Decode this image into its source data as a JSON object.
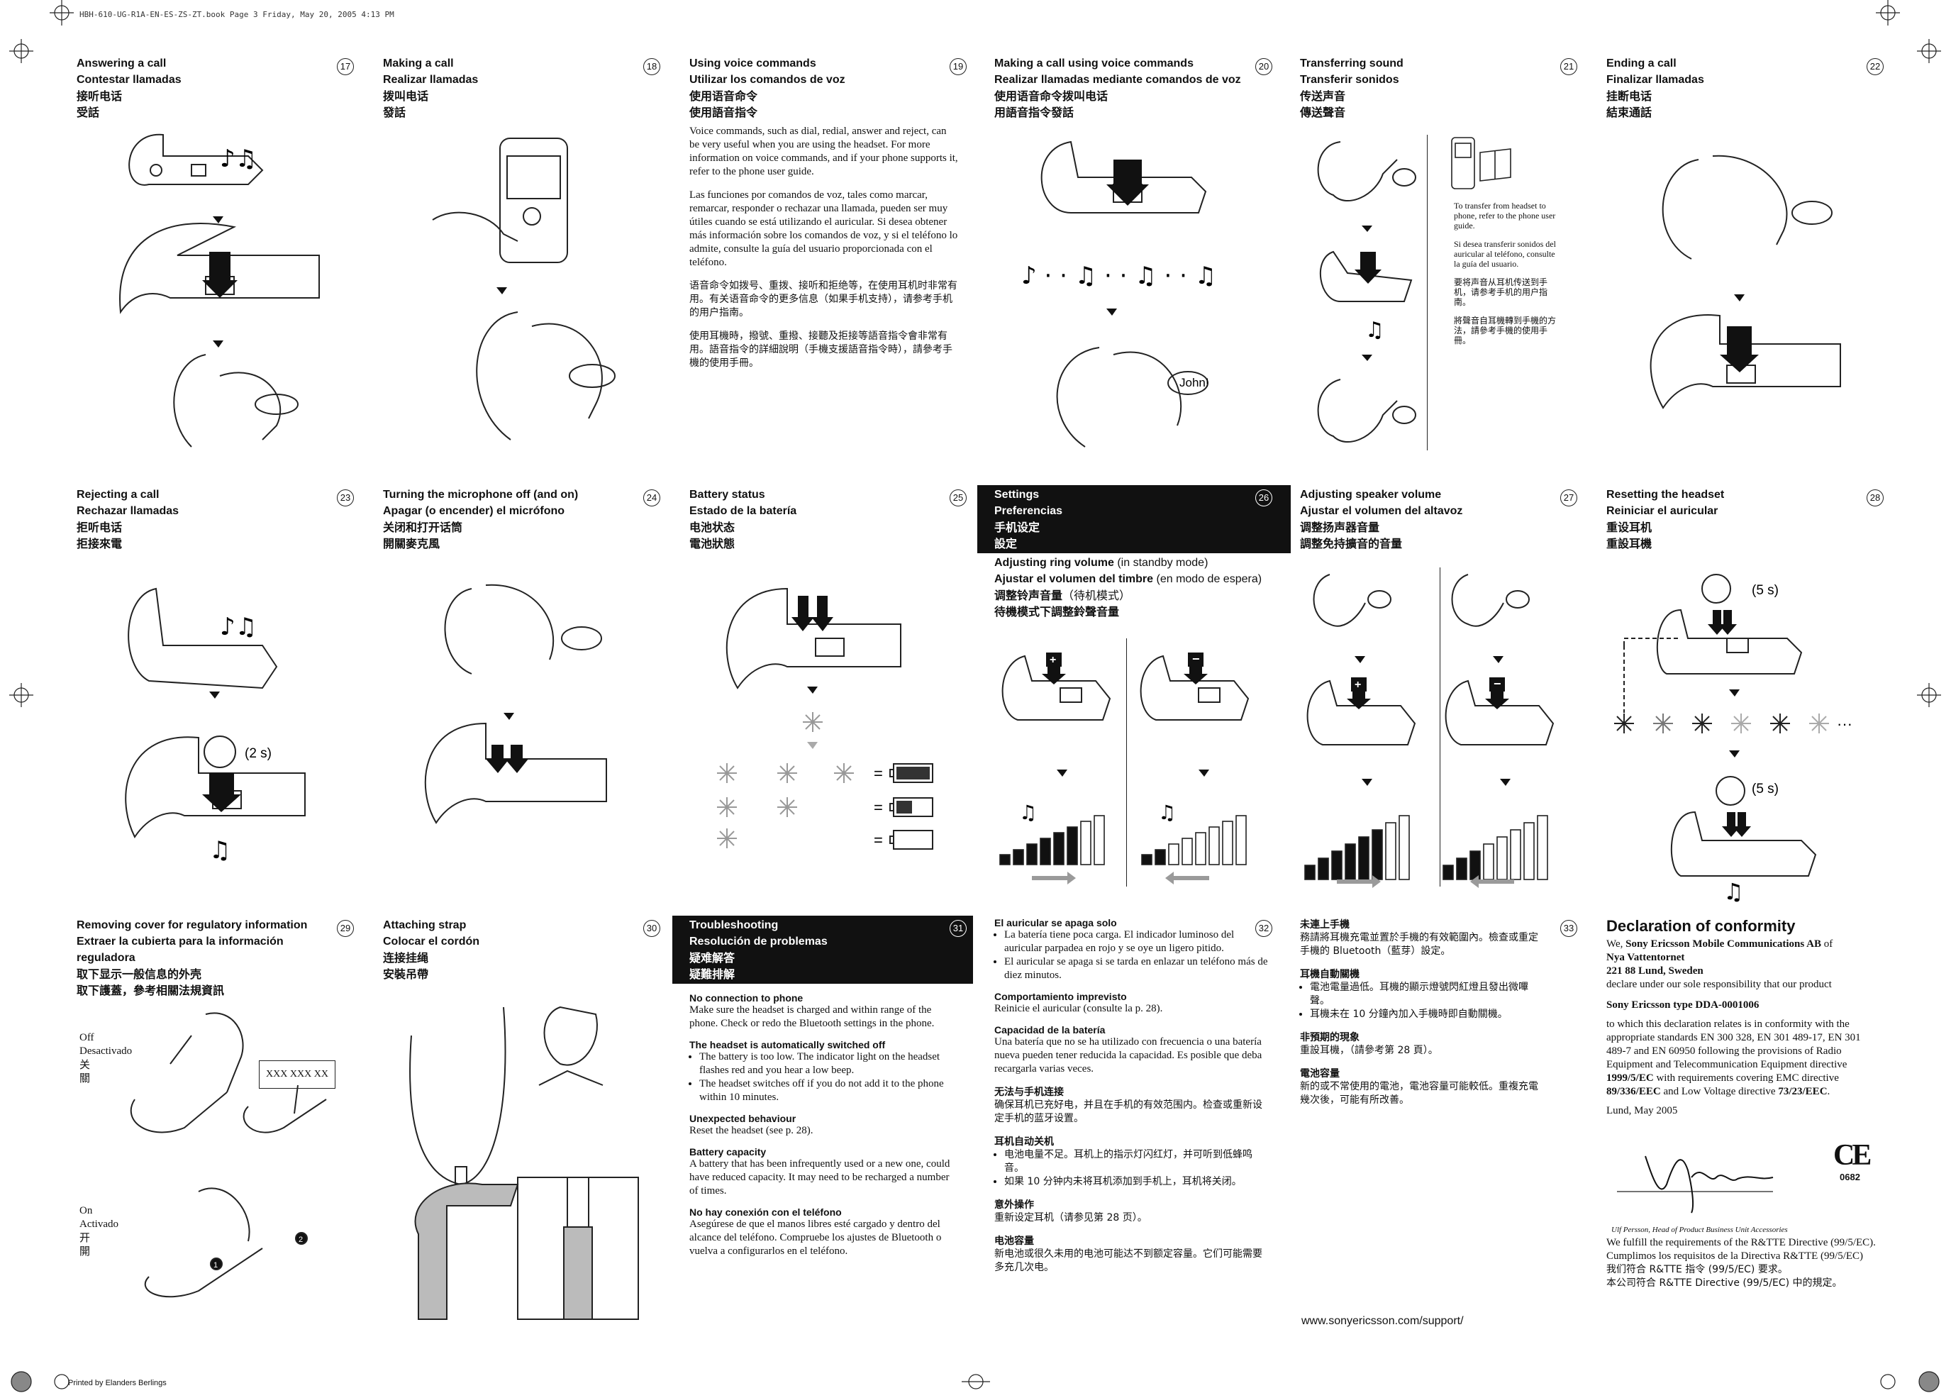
{
  "header_text": "HBH-610-UG-R1A-EN-ES-ZS-ZT.book  Page 3  Friday, May 20, 2005  4:13 PM",
  "footer_text": "Printed by  Elanders Berlings",
  "panels": {
    "p17": {
      "num": "17",
      "t1": "Answering a call",
      "t2": "Contestar llamadas",
      "t3": "接听电话",
      "t4": "受話"
    },
    "p18": {
      "num": "18",
      "t1": "Making a call",
      "t2": "Realizar llamadas",
      "t3": "拨叫电话",
      "t4": "發話"
    },
    "p19": {
      "num": "19",
      "t1": "Using voice commands",
      "t2": "Utilizar los comandos de voz",
      "t3": "使用语音命令",
      "t4": "使用語音指令",
      "para1": "Voice commands, such as dial, redial, answer and reject, can be very useful when you are using the headset. For more information on voice commands, and if your phone supports it, refer to the phone user guide.",
      "para2": "Las funciones por comandos de voz, tales como marcar, remarcar, responder o rechazar una llamada, pueden ser muy útiles cuando se está utilizando el auricular. Si desea obtener más información sobre los comandos de voz, y si el teléfono lo admite, consulte la guía del usuario proporcionada con el teléfono.",
      "para3": "语音命令如拨号、重拨、接听和拒绝等，在使用耳机时非常有用。有关语音命令的更多信息（如果手机支持），请参考手机的用户指南。",
      "para4": "使用耳機時，撥號、重撥、接聽及拒接等語音指令會非常有用。語音指令的詳細說明（手機支援語音指令時），請參考手機的使用手冊。"
    },
    "p20": {
      "num": "20",
      "t1": "Making a call using voice commands",
      "t2": "Realizar llamadas mediante comandos de voz",
      "t3": "使用语音命令拨叫电话",
      "t4": "用語音指令發話",
      "speech": "John!"
    },
    "p21": {
      "num": "21",
      "t1": "Transferring sound",
      "t2": "Transferir sonidos",
      "t3": "传送声音",
      "t4": "傳送聲音",
      "note1": "To transfer from headset to phone, refer to the phone user guide.",
      "note2": "Si desea transferir sonidos del auricular al teléfono, consulte la guía del usuario.",
      "note3": "要将声音从耳机传送到手机，请参考手机的用户指南。",
      "note4": "將聲音自耳機轉到手機的方法，請參考手機的使用手冊。"
    },
    "p22": {
      "num": "22",
      "t1": "Ending a call",
      "t2": "Finalizar llamadas",
      "t3": "挂断电话",
      "t4": "結束通話"
    },
    "p23": {
      "num": "23",
      "t1": "Rejecting a call",
      "t2": "Rechazar llamadas",
      "t3": "拒听电话",
      "t4": "拒接來電",
      "time": "(2 s)"
    },
    "p24": {
      "num": "24",
      "t1": "Turning the microphone off (and on)",
      "t2": "Apagar (o encender) el micrófono",
      "t3": "关闭和打开话筒",
      "t4": "開關麥克風"
    },
    "p25": {
      "num": "25",
      "t1": "Battery status",
      "t2": "Estado de la batería",
      "t3": "电池状态",
      "t4": "電池狀態"
    },
    "p26": {
      "num": "26",
      "t1": "Settings",
      "t2": "Preferencias",
      "t3": "手机设定",
      "t4": "設定",
      "s1a": "Adjusting ring volume",
      "s1b": " (in standby mode)",
      "s2a": "Ajustar el volumen del timbre",
      "s2b": " (en modo de espera)",
      "s3a": "调整铃声音量",
      "s3b": "（待机模式）",
      "s4": "待機模式下調整鈴聲音量"
    },
    "p27": {
      "num": "27",
      "t1": "Adjusting speaker volume",
      "t2": "Ajustar el volumen del altavoz",
      "t3": "调整扬声器音量",
      "t4": "調整免持擴音的音量"
    },
    "p28": {
      "num": "28",
      "t1": "Resetting the headset",
      "t2": "Reiniciar el auricular",
      "t3": "重设耳机",
      "t4": "重設耳機",
      "time": "(5 s)"
    },
    "p29": {
      "num": "29",
      "t1": "Removing cover for regulatory information",
      "t2": "Extraer la cubierta para la información reguladora",
      "t3": "取下显示一般信息的外壳",
      "t4": "取下護蓋，參考相關法規資訊",
      "off_labels": [
        "Off",
        "Desactivado",
        "关",
        "關"
      ],
      "on_labels": [
        "On",
        "Activado",
        "开",
        "開"
      ],
      "label_box": "XXX XXX XX"
    },
    "p30": {
      "num": "30",
      "t1": "Attaching strap",
      "t2": "Colocar el cordón",
      "t3": "连接挂绳",
      "t4": "安裝吊帶"
    },
    "p31": {
      "num": "31",
      "t1": "Troubleshooting",
      "t2": "Resolución de problemas",
      "t3": "疑难解答",
      "t4": "疑難排解",
      "h1": "No connection to phone",
      "b1": "Make sure the headset is charged and within range of the phone. Check or redo the Bluetooth settings in the phone.",
      "h2": "The headset is automatically switched off",
      "b2a": "The battery is too low. The indicator light on the headset flashes red and you hear a low beep.",
      "b2b": "The headset switches off if you do not add it to the phone within 10 minutes.",
      "h3": "Unexpected behaviour",
      "b3": "Reset the headset (see p. 28).",
      "h4": "Battery capacity",
      "b4": "A battery that has been infrequently used or a new one, could have reduced capacity. It may need to be recharged a number of times.",
      "h5": "No hay conexión con el teléfono",
      "b5": "Asegúrese de que el manos libres esté cargado y dentro del alcance del teléfono. Compruebe los ajustes de Bluetooth o vuelva a configurarlos en el teléfono."
    },
    "p32": {
      "num": "32",
      "h1": "El auricular se apaga solo",
      "b1a": "La batería tiene poca carga. El indicador luminoso del auricular parpadea en rojo y se oye un ligero pitido.",
      "b1b": "El auricular se apaga si se tarda en enlazar un teléfono más de diez minutos.",
      "h2": "Comportamiento imprevisto",
      "b2": "Reinicie el auricular (consulte la p. 28).",
      "h3": "Capacidad de la batería",
      "b3": "Una batería que no se ha utilizado con frecuencia o una batería nueva pueden tener reducida la capacidad. Es posible que deba recargarla varias veces.",
      "h4": "无法与手机连接",
      "b4": "确保耳机已充好电，并且在手机的有效范围内。检查或重新设定手机的蓝牙设置。",
      "h5": "耳机自动关机",
      "b5a": "电池电量不足。耳机上的指示灯闪红灯，并可听到低蜂鸣音。",
      "b5b": "如果 10 分钟内未将耳机添加到手机上，耳机将关闭。",
      "h6": "意外操作",
      "b6": "重新设定耳机（请参见第 28 页）。",
      "h7": "电池容量",
      "b7": "新电池或很久未用的电池可能达不到额定容量。它们可能需要多充几次电。"
    },
    "p33": {
      "num": "33",
      "h1": "未連上手機",
      "b1": "務請將耳機充電並置於手機的有效範圍內。檢查或重定手機的 Bluetooth（藍芽）設定。",
      "h2": "耳機自動關機",
      "b2a": "電池電量過低。耳機的顯示燈號閃紅燈且發出微嗶聲。",
      "b2b": "耳機未在 10 分鐘內加入手機時即自動關機。",
      "h3": "非預期的現象",
      "b3": "重設耳機，（請參考第 28 頁）。",
      "h4": "電池容量",
      "b4": "新的或不常使用的電池，電池容量可能較低。重複充電幾次後，可能有所改善。",
      "url": "www.sonyericsson.com/support/"
    },
    "decl": {
      "title": "Declaration of conformity",
      "l1a": "We, ",
      "l1b": "Sony Ericsson Mobile Communications AB",
      "l1c": " of",
      "l2": "Nya Vattentornet",
      "l3": "221 88 Lund, Sweden",
      "l4": "declare under our sole responsibility that our product",
      "l5": "Sony Ericsson type DDA-0001006",
      "l6": "to which this declaration relates is in conformity with the appropriate standards EN 300 328, EN 301 489-17, EN 301 489-7 and EN 60950 following the provisions of Radio Equipment and Telecommunication Equipment directive ",
      "l6b": "1999/5/EC",
      "l6c": " with requirements covering EMC directive ",
      "l6d": "89/336/EEC",
      "l6e": " and Low Voltage directive ",
      "l6f": "73/23/EEC",
      "l6g": ".",
      "date": "Lund, May 2005",
      "ce": "CE",
      "ce_num": "0682",
      "signer": "Ulf Persson, Head of Product Business Unit Accessories",
      "r1": "We fulfill the requirements of the R&TTE Directive (99/5/EC).",
      "r2": "Cumplimos los requisitos de la Directiva R&TTE (99/5/EC)",
      "r3": "我们符合 R&TTE 指令 (99/5/EC) 要求。",
      "r4": "本公司符合 R&TTE Directive (99/5/EC) 中的規定。"
    }
  },
  "battery_symbols": [
    "=",
    "=",
    "="
  ],
  "colors": {
    "ink": "#111111",
    "accent_arrow": "#000000",
    "gray_arrow": "#9a9a9a"
  }
}
